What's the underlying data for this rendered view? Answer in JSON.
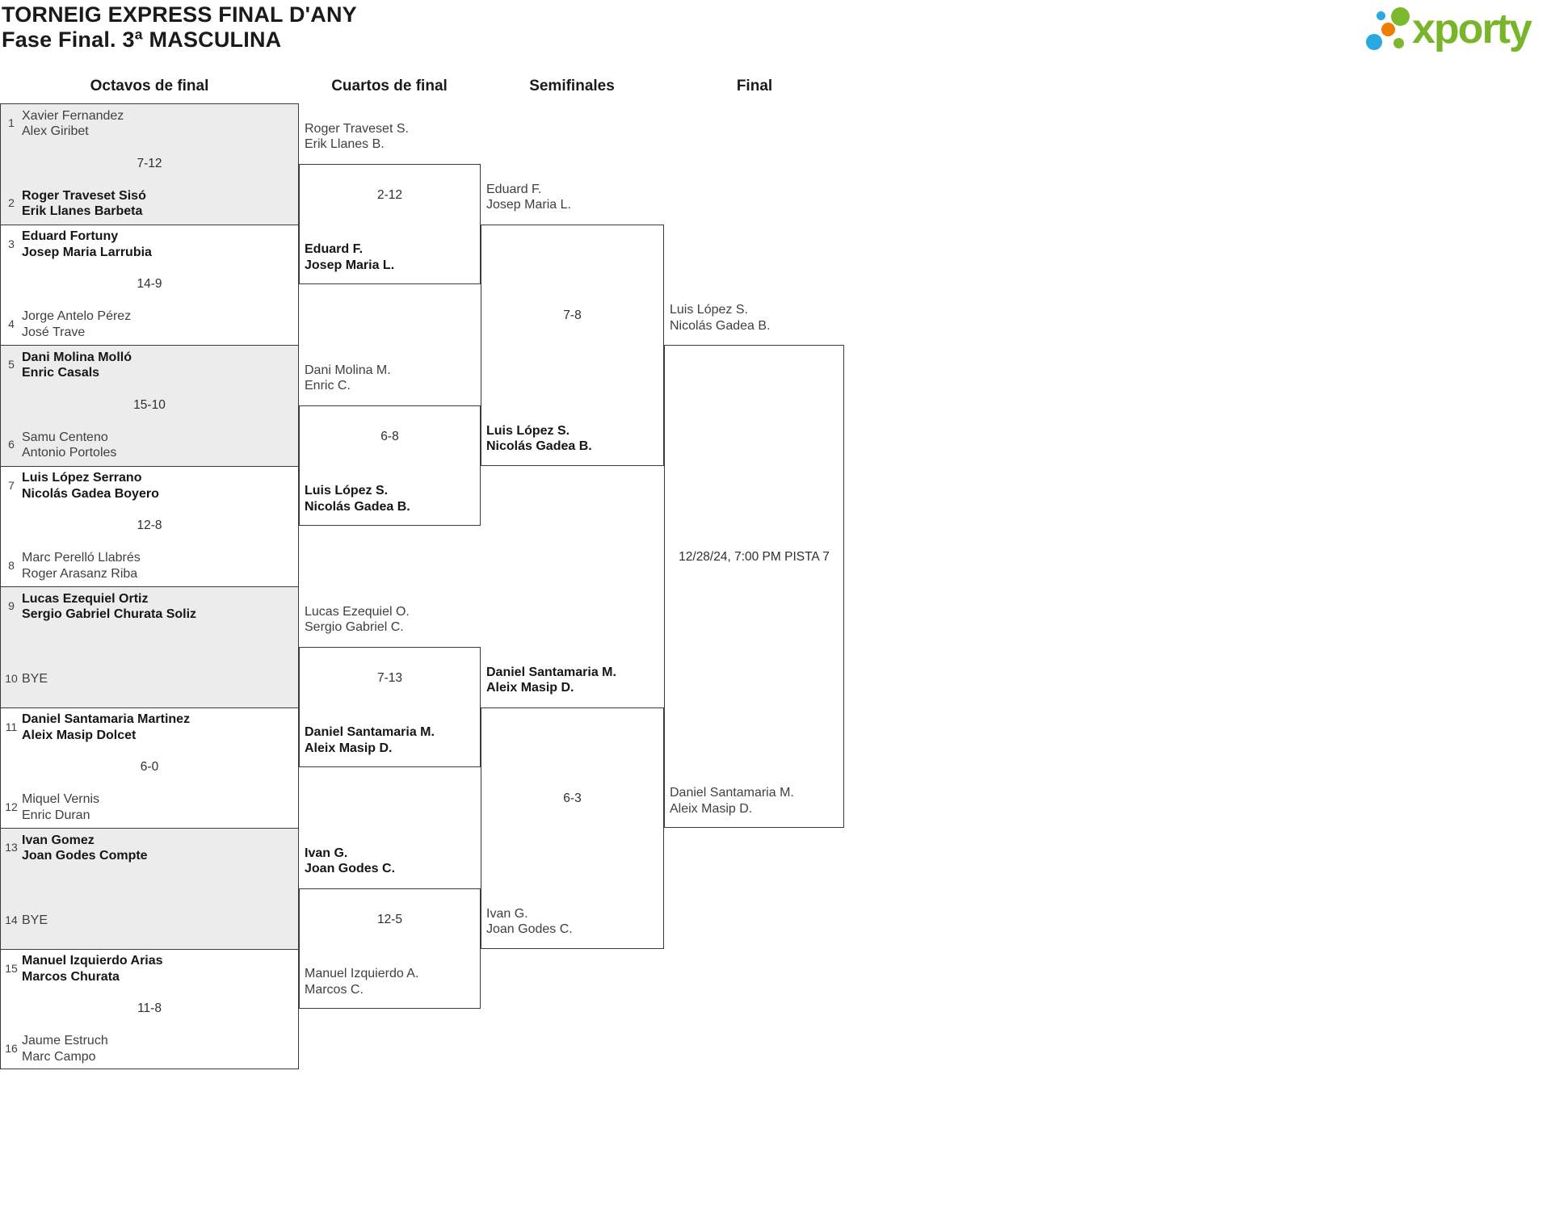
{
  "page": {
    "title_line1": "TORNEIG EXPRESS FINAL D'ANY",
    "title_line2": "Fase Final. 3ª MASCULINA"
  },
  "logo": {
    "text": "xporty",
    "green": "#79b52a",
    "dot_green": "#7cb82e",
    "dot_blue": "#2aa9e0",
    "dot_orange": "#ee7d02"
  },
  "colors": {
    "box_border": "#3a3a3a",
    "box_gray_fill": "#ececec",
    "text_normal": "#3f3f3f",
    "text_winner": "#161616"
  },
  "round_headers": [
    "Octavos de final",
    "Cuartos de final",
    "Semifinales",
    "Final"
  ],
  "octavos": [
    {
      "top": {
        "seed": "1",
        "lines": [
          "Xavier Fernandez",
          "Alex Giribet"
        ],
        "winner": false
      },
      "score": "7-12",
      "bottom": {
        "seed": "2",
        "lines": [
          "Roger Traveset Sisó",
          "Erik Llanes Barbeta"
        ],
        "winner": true
      }
    },
    {
      "top": {
        "seed": "3",
        "lines": [
          "Eduard Fortuny",
          "Josep Maria Larrubia"
        ],
        "winner": true
      },
      "score": "14-9",
      "bottom": {
        "seed": "4",
        "lines": [
          "Jorge Antelo Pérez",
          "José Trave"
        ],
        "winner": false
      }
    },
    {
      "top": {
        "seed": "5",
        "lines": [
          "Dani Molina Molló",
          "Enric Casals"
        ],
        "winner": true
      },
      "score": "15-10",
      "bottom": {
        "seed": "6",
        "lines": [
          "Samu Centeno",
          "Antonio Portoles"
        ],
        "winner": false
      }
    },
    {
      "top": {
        "seed": "7",
        "lines": [
          "Luis López Serrano",
          "Nicolás Gadea Boyero"
        ],
        "winner": true
      },
      "score": "12-8",
      "bottom": {
        "seed": "8",
        "lines": [
          "Marc Perelló Llabrés",
          "Roger Arasanz Riba"
        ],
        "winner": false
      }
    },
    {
      "top": {
        "seed": "9",
        "lines": [
          "Lucas Ezequiel Ortiz",
          "Sergio Gabriel Churata Soliz"
        ],
        "winner": true
      },
      "score": null,
      "bottom": {
        "seed": "10",
        "lines": [
          "BYE"
        ],
        "winner": false
      }
    },
    {
      "top": {
        "seed": "11",
        "lines": [
          "Daniel Santamaria Martinez",
          "Aleix Masip Dolcet"
        ],
        "winner": true
      },
      "score": "6-0",
      "bottom": {
        "seed": "12",
        "lines": [
          "Miquel Vernis",
          "Enric Duran"
        ],
        "winner": false
      }
    },
    {
      "top": {
        "seed": "13",
        "lines": [
          "Ivan Gomez",
          "Joan Godes Compte"
        ],
        "winner": true
      },
      "score": null,
      "bottom": {
        "seed": "14",
        "lines": [
          "BYE"
        ],
        "winner": false
      }
    },
    {
      "top": {
        "seed": "15",
        "lines": [
          "Manuel Izquierdo Arias",
          "Marcos Churata"
        ],
        "winner": true
      },
      "score": "11-8",
      "bottom": {
        "seed": "16",
        "lines": [
          "Jaume Estruch",
          "Marc Campo"
        ],
        "winner": false
      }
    }
  ],
  "cuartos": [
    {
      "top": {
        "lines": [
          "Roger Traveset S.",
          "Erik Llanes B."
        ],
        "winner": false
      },
      "score": "2-12",
      "bottom": {
        "lines": [
          "Eduard F.",
          "Josep Maria L."
        ],
        "winner": true
      }
    },
    {
      "top": {
        "lines": [
          "Dani Molina M.",
          "Enric C."
        ],
        "winner": false
      },
      "score": "6-8",
      "bottom": {
        "lines": [
          "Luis López S.",
          "Nicolás Gadea B."
        ],
        "winner": true
      }
    },
    {
      "top": {
        "lines": [
          "Lucas Ezequiel O.",
          "Sergio Gabriel C."
        ],
        "winner": false
      },
      "score": "7-13",
      "bottom": {
        "lines": [
          "Daniel Santamaria M.",
          "Aleix Masip D."
        ],
        "winner": true
      }
    },
    {
      "top": {
        "lines": [
          "Ivan G.",
          "Joan Godes C."
        ],
        "winner": true
      },
      "score": "12-5",
      "bottom": {
        "lines": [
          "Manuel Izquierdo A.",
          "Marcos C."
        ],
        "winner": false
      }
    }
  ],
  "semifinales": [
    {
      "top": {
        "lines": [
          "Eduard F.",
          "Josep Maria L."
        ],
        "winner": false
      },
      "score": "7-8",
      "bottom": {
        "lines": [
          "Luis López S.",
          "Nicolás Gadea B."
        ],
        "winner": true
      }
    },
    {
      "top": {
        "lines": [
          "Daniel Santamaria M.",
          "Aleix Masip D."
        ],
        "winner": true
      },
      "score": "6-3",
      "bottom": {
        "lines": [
          "Ivan G.",
          "Joan Godes C."
        ],
        "winner": false
      }
    }
  ],
  "final": {
    "top": {
      "lines": [
        "Luis López S.",
        "Nicolás Gadea B."
      ],
      "winner": false
    },
    "info": "12/28/24, 7:00 PM PISTA 7",
    "bottom": {
      "lines": [
        "Daniel Santamaria M.",
        "Aleix Masip D."
      ],
      "winner": false
    }
  }
}
